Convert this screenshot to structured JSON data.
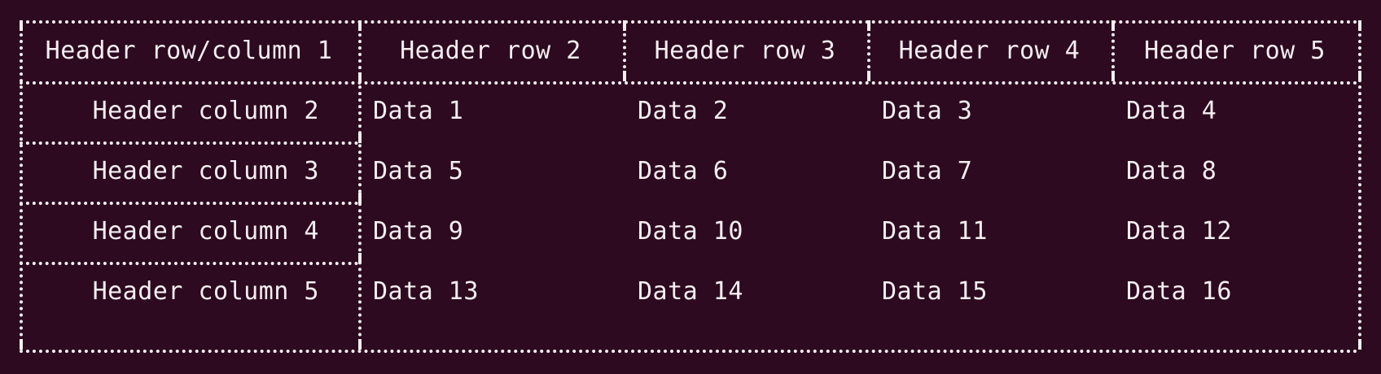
{
  "table": {
    "corner_label": "Header row/column 1",
    "column_headers": [
      "Header row 2",
      "Header row 3",
      "Header row 4",
      "Header row 5"
    ],
    "row_headers": [
      "Header column 2",
      "Header column 3",
      "Header column 4",
      "Header column 5"
    ],
    "rows": [
      [
        "Data 1",
        "Data 2",
        "Data 3",
        "Data 4"
      ],
      [
        "Data 5",
        "Data 6",
        "Data 7",
        "Data 8"
      ],
      [
        "Data 9",
        "Data 10",
        "Data 11",
        "Data 12"
      ],
      [
        "Data 13",
        "Data 14",
        "Data 15",
        "Data 16"
      ]
    ]
  },
  "colors": {
    "background": "#2d0a20",
    "foreground": "#f5eef2",
    "rule": "#f5eef2"
  }
}
